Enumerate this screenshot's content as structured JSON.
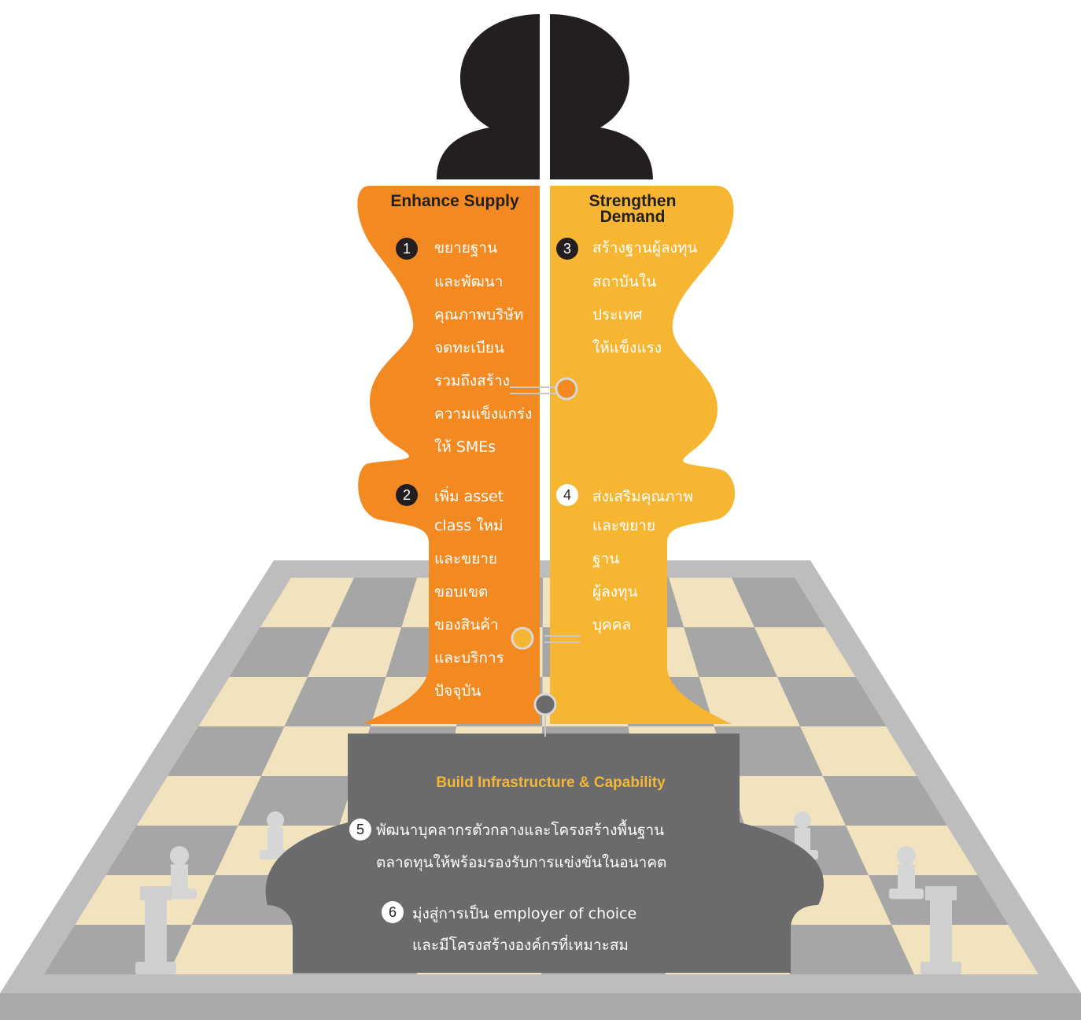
{
  "colors": {
    "orange": "#f28a21",
    "yellow": "#f6b632",
    "dark_gray": "#6b6b6e",
    "black": "#231f20",
    "board_gray": "#b8b8b8",
    "board_tile_light": "#f2e3bf",
    "board_tile_dark": "#a6a6a6"
  },
  "icons": [
    "chessboard",
    "bishop-head",
    "pawn-piece",
    "rook-piece",
    "knight-piece"
  ],
  "left_column": {
    "title": "Enhance Supply",
    "items": [
      {
        "number": "1",
        "lines": [
          "ขยายฐาน",
          "และพัฒนา",
          "คุณภาพบริษัท",
          "จดทะเบียน",
          "รวมถึงสร้าง",
          "ความแข็งแกร่ง",
          "ให้ SMEs"
        ]
      },
      {
        "number": "2",
        "lines": [
          "เพิ่ม asset",
          "class ใหม่",
          "และขยาย",
          "ขอบเขต",
          "ของสินค้า",
          "และบริการ",
          "ปัจจุบัน"
        ]
      }
    ]
  },
  "right_column": {
    "title_line1": "Strengthen",
    "title_line2": "Demand",
    "items": [
      {
        "number": "3",
        "lines": [
          "สร้างฐานผู้ลงทุน",
          "สถาบันใน",
          "ประเทศ",
          "ให้แข็งแรง"
        ]
      },
      {
        "number": "4",
        "lines": [
          "ส่งเสริมคุณภาพ",
          "และขยาย",
          "ฐาน",
          "ผู้ลงทุน",
          "บุคคล"
        ]
      }
    ]
  },
  "base": {
    "title": "Build Infrastructure & Capability",
    "items": [
      {
        "number": "5",
        "lines": [
          "พัฒนาบุคลากรตัวกลางและโครงสร้างพื้นฐาน",
          "ตลาดทุนให้พร้อมรองรับการแข่งขันในอนาคต"
        ]
      },
      {
        "number": "6",
        "lines": [
          "มุ่งสู่การเป็น employer of choice",
          "และมีโครงสร้างองค์กรที่เหมาะสม"
        ]
      }
    ]
  }
}
